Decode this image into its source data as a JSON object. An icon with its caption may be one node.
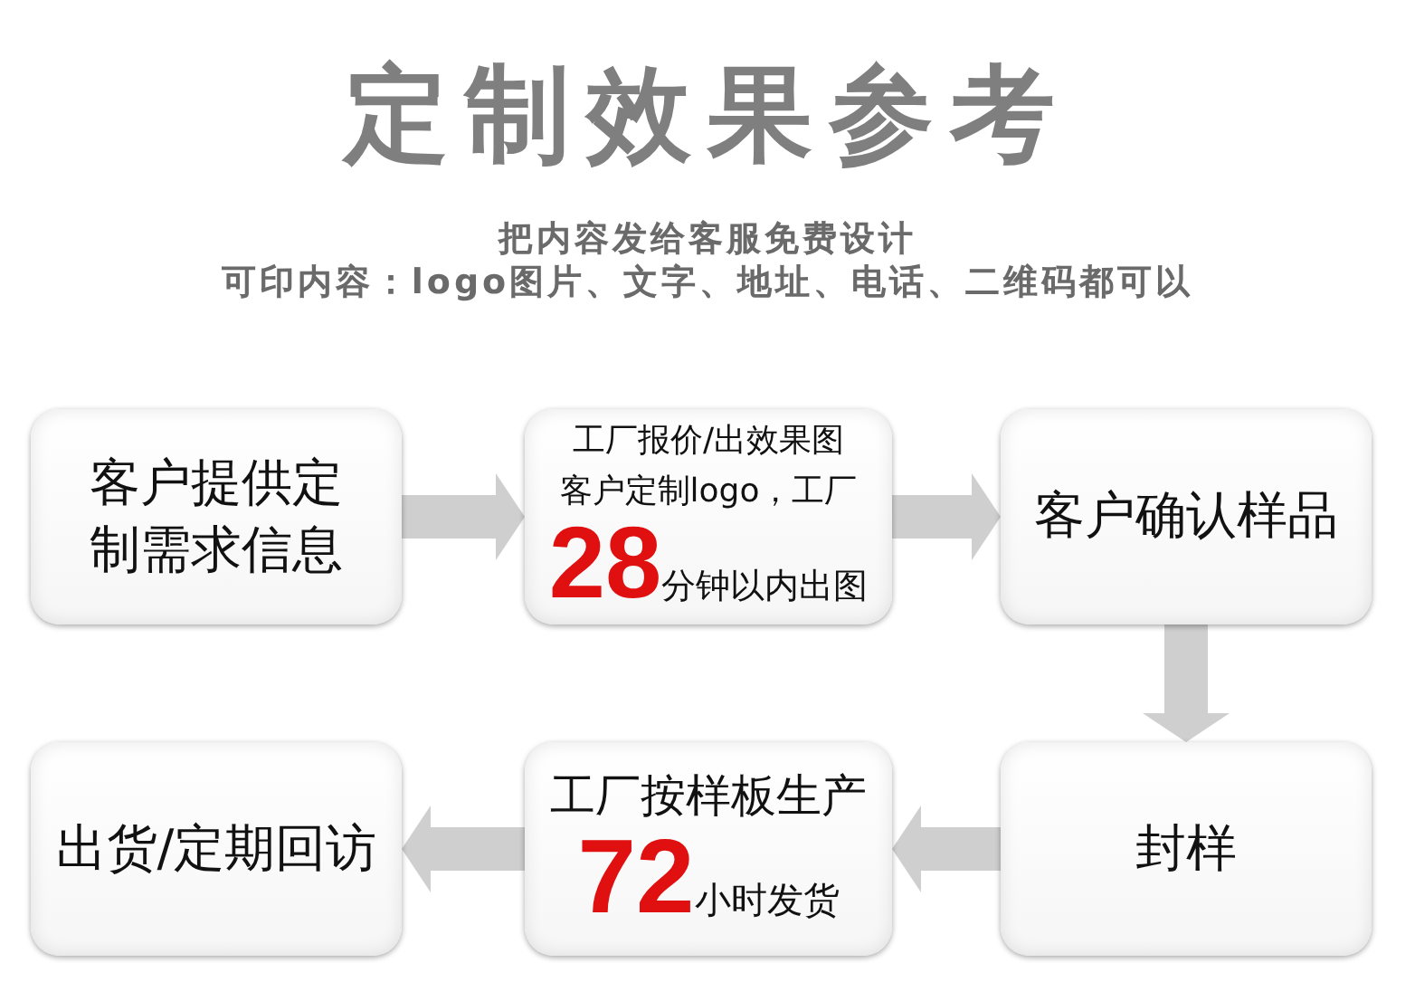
{
  "diagram": {
    "title": "定制效果参考",
    "labels": [
      "把内容发给客服免费设计",
      "可印内容：logo图片、文字、地址、电话、二维码都可以"
    ],
    "nodes": [
      {
        "text": [
          "客户提供定制需求信息"
        ]
      },
      {
        "text": [
          "工厂报价/出效果图",
          "客户定制logo，工厂",
          "28",
          "分钟以内出图"
        ]
      },
      {
        "text": [
          "客户确认样品"
        ]
      },
      {
        "text": [
          "封样"
        ]
      },
      {
        "text": [
          "工厂按样板生产",
          "72",
          "小时发货"
        ]
      },
      {
        "text": [
          "出货/定期回访"
        ]
      }
    ],
    "edges": [
      {
        "from": 0,
        "to": 1,
        "arrow": "to"
      },
      {
        "from": 1,
        "to": 2,
        "arrow": "to"
      },
      {
        "from": 2,
        "to": 3,
        "arrow": "to"
      },
      {
        "from": 3,
        "to": 4,
        "arrow": "to"
      },
      {
        "from": 4,
        "to": 5,
        "arrow": "to"
      }
    ]
  }
}
